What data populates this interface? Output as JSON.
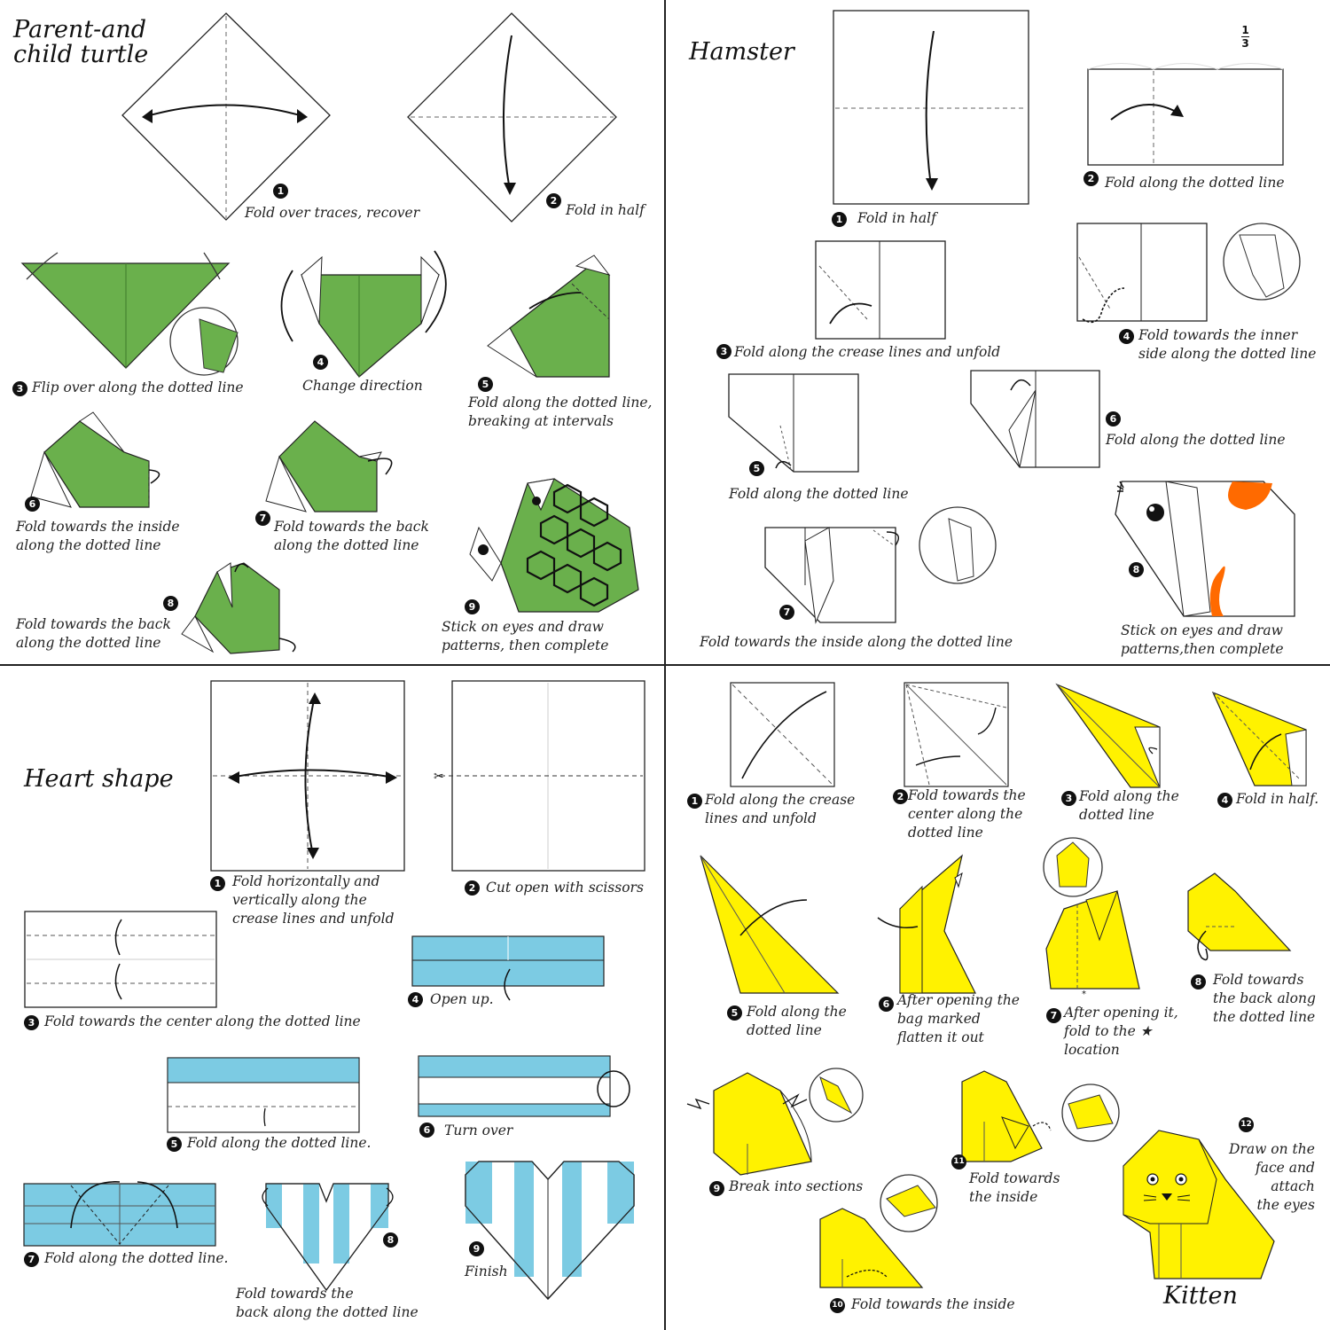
{
  "colors": {
    "turtle": "#6ab04c",
    "hamster_spot": "#ff6a00",
    "heart": "#7ccbe3",
    "kitten": "#fff200",
    "line": "#222222"
  },
  "turtle": {
    "title_line1": "Parent-and",
    "title_line2": "child turtle",
    "steps": [
      {
        "n": "1",
        "lines": [
          "Fold over traces, recover"
        ]
      },
      {
        "n": "2",
        "lines": [
          "Fold in half"
        ]
      },
      {
        "n": "3",
        "lines": [
          "Flip over along the dotted line"
        ]
      },
      {
        "n": "4",
        "lines": [
          "Change direction"
        ]
      },
      {
        "n": "5",
        "lines": [
          "Fold along the dotted line,",
          "breaking at intervals"
        ]
      },
      {
        "n": "6",
        "lines": [
          "Fold towards the inside",
          "along the dotted line"
        ]
      },
      {
        "n": "7",
        "lines": [
          "Fold towards the back",
          "along the dotted line"
        ]
      },
      {
        "n": "8",
        "lines": [
          "Fold towards the back",
          "along the dotted line"
        ]
      },
      {
        "n": "9",
        "lines": [
          "Stick on eyes and draw",
          "patterns, then complete"
        ]
      }
    ]
  },
  "hamster": {
    "title": "Hamster",
    "fraction_num": "1",
    "fraction_den": "3",
    "steps": [
      {
        "n": "1",
        "lines": [
          "Fold in half"
        ]
      },
      {
        "n": "2",
        "lines": [
          "Fold along the dotted line"
        ]
      },
      {
        "n": "3",
        "lines": [
          "Fold along the crease lines and unfold"
        ]
      },
      {
        "n": "4",
        "lines": [
          "Fold towards the inner",
          "side along the dotted line"
        ]
      },
      {
        "n": "5",
        "lines": [
          "Fold along the dotted line"
        ]
      },
      {
        "n": "6",
        "lines": [
          "Fold along the dotted line"
        ]
      },
      {
        "n": "7",
        "lines": [
          "Fold towards the inside along the dotted line"
        ]
      },
      {
        "n": "8",
        "lines": [
          "Stick on eyes and draw",
          "patterns,then complete"
        ]
      }
    ]
  },
  "heart": {
    "title": "Heart shape",
    "steps": [
      {
        "n": "1",
        "lines": [
          "Fold horizontally and",
          "vertically along the",
          "crease lines and unfold"
        ]
      },
      {
        "n": "2",
        "lines": [
          "Cut open with scissors"
        ]
      },
      {
        "n": "3",
        "lines": [
          "Fold towards the center along the dotted line"
        ]
      },
      {
        "n": "4",
        "lines": [
          "Open up."
        ]
      },
      {
        "n": "5",
        "lines": [
          "Fold along the dotted line."
        ]
      },
      {
        "n": "6",
        "lines": [
          "Turn over"
        ]
      },
      {
        "n": "7",
        "lines": [
          "Fold along the dotted line."
        ]
      },
      {
        "n": "8",
        "lines": [
          "Fold towards the",
          "back along the dotted line"
        ]
      },
      {
        "n": "9",
        "lines": [
          "Finish"
        ]
      }
    ]
  },
  "kitten": {
    "title": "Kitten",
    "steps": [
      {
        "n": "1",
        "lines": [
          "Fold along the crease",
          "lines and unfold"
        ]
      },
      {
        "n": "2",
        "lines": [
          "Fold towards the",
          "center along the",
          "dotted line"
        ]
      },
      {
        "n": "3",
        "lines": [
          "Fold along the",
          "dotted line"
        ]
      },
      {
        "n": "4",
        "lines": [
          "Fold in half."
        ]
      },
      {
        "n": "5",
        "lines": [
          "Fold along the",
          "dotted line"
        ]
      },
      {
        "n": "6",
        "lines": [
          "After opening the",
          "bag marked",
          "flatten it out"
        ]
      },
      {
        "n": "7",
        "lines": [
          "After opening it,",
          "fold to the ★",
          "location"
        ]
      },
      {
        "n": "8",
        "lines": [
          "Fold towards",
          "the back along",
          "the dotted line"
        ]
      },
      {
        "n": "9",
        "lines": [
          "Break into sections"
        ]
      },
      {
        "n": "10",
        "lines": [
          "Fold towards the inside"
        ]
      },
      {
        "n": "11",
        "lines": [
          "Fold towards",
          "the inside"
        ]
      },
      {
        "n": "12",
        "lines": [
          "Draw on the",
          "face and",
          "attach",
          "the eyes"
        ]
      }
    ]
  }
}
